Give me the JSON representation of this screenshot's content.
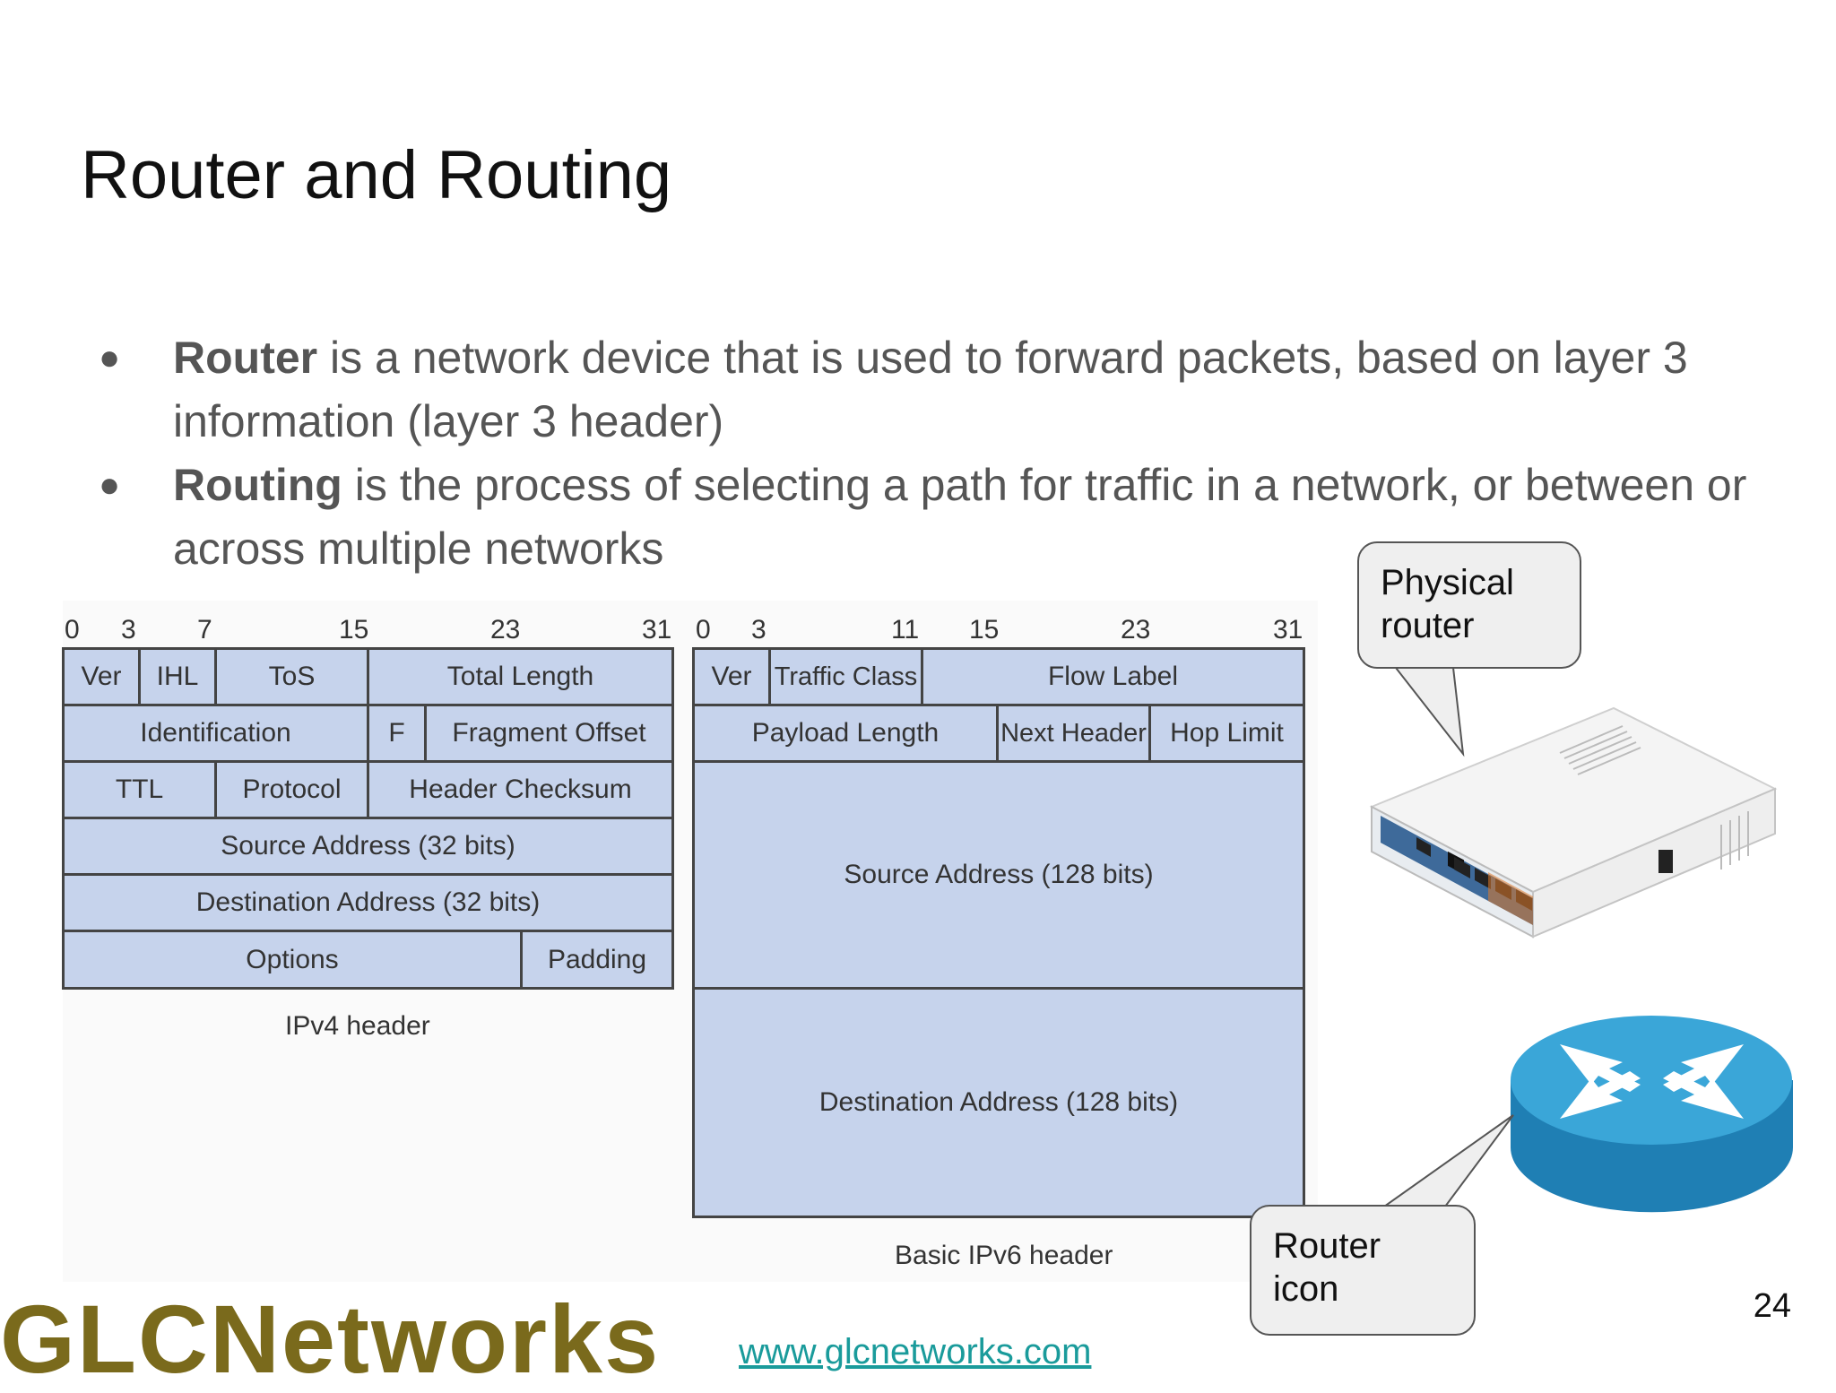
{
  "slide": {
    "title": "Router and Routing",
    "page_number": "24",
    "url": "www.glcnetworks.com",
    "logo": "GLCNetworks"
  },
  "bullets": [
    {
      "bold": "Router",
      "text": " is a network device that is used to forward packets, based on layer 3 information (layer 3 header)"
    },
    {
      "bold": "Routing",
      "text": " is the process of selecting a path for traffic in a network, or between or across multiple networks"
    }
  ],
  "ipv4": {
    "caption": "IPv4 header",
    "ticks": [
      "0",
      "3",
      "7",
      "15",
      "23",
      "31"
    ],
    "fields": {
      "ver": "Ver",
      "ihl": "IHL",
      "tos": "ToS",
      "total_length": "Total Length",
      "identification": "Identification",
      "flags": "F",
      "fragment_offset": "Fragment Offset",
      "ttl": "TTL",
      "protocol": "Protocol",
      "header_checksum": "Header Checksum",
      "source": "Source Address (32 bits)",
      "destination": "Destination Address (32 bits)",
      "options": "Options",
      "padding": "Padding"
    }
  },
  "ipv6": {
    "caption": "Basic IPv6 header",
    "ticks": [
      "0",
      "3",
      "11",
      "15",
      "23",
      "31"
    ],
    "fields": {
      "ver": "Ver",
      "traffic_class": "Traffic Class",
      "flow_label": "Flow Label",
      "payload_length": "Payload Length",
      "next_header": "Next Header",
      "hop_limit": "Hop Limit",
      "source": "Source Address (128 bits)",
      "destination": "Destination Address (128 bits)"
    }
  },
  "callouts": {
    "physical": {
      "line1": "Physical",
      "line2": "router"
    },
    "icon": {
      "line1": "Router",
      "line2": "icon"
    }
  },
  "colors": {
    "cell_fill": "#c6d3ec",
    "router_icon": "#3aa6d8",
    "url": "#1a9b9b",
    "logo": "#7a6a1c"
  }
}
